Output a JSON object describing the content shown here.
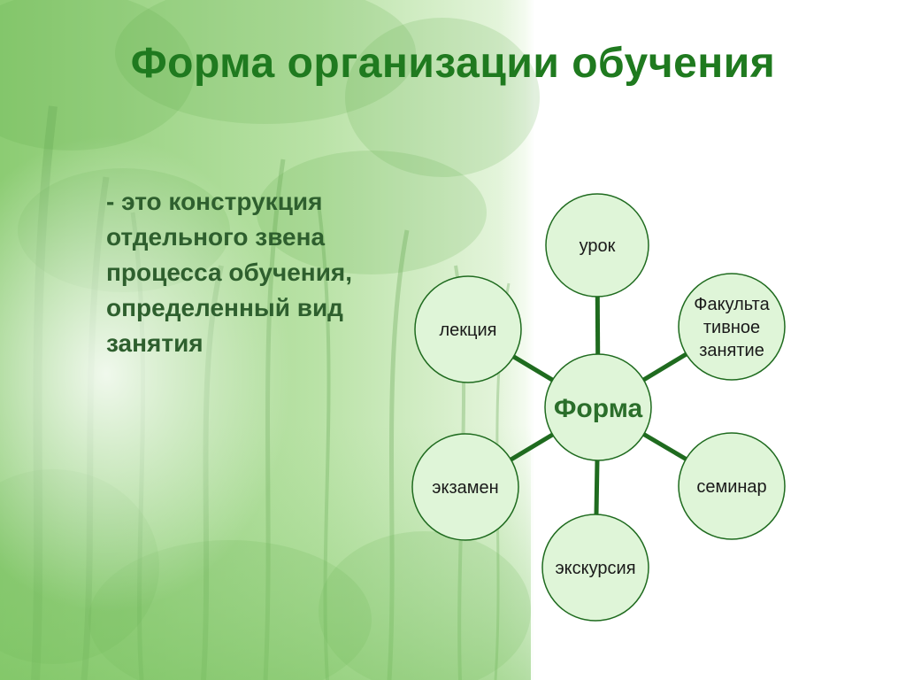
{
  "slide": {
    "title": "Форма организации обучения",
    "definition_lines": [
      "- это конструкция",
      "отдельного звена",
      "процесса обучения,",
      "определенный вид",
      "занятия"
    ]
  },
  "diagram": {
    "center": "Форма",
    "nodes": [
      {
        "id": "urok",
        "lines": [
          "урок"
        ]
      },
      {
        "id": "fakultativnoe",
        "lines": [
          "Факульта",
          "тивное",
          "занятие"
        ]
      },
      {
        "id": "seminar",
        "lines": [
          "семинар"
        ]
      },
      {
        "id": "ekskursiya",
        "lines": [
          "экскурсия"
        ]
      },
      {
        "id": "ekzamen",
        "lines": [
          "экзамен"
        ]
      },
      {
        "id": "lekciya",
        "lines": [
          "лекция"
        ]
      }
    ]
  },
  "colors": {
    "title": "#1f7a1f",
    "text": "#2e5f2e",
    "node_fill": "#dff5d8",
    "node_stroke": "#1f6b1f",
    "connector": "#1f6b1f",
    "backdrop_dark": "#7fc36a",
    "backdrop_light": "#eaf7e3"
  }
}
